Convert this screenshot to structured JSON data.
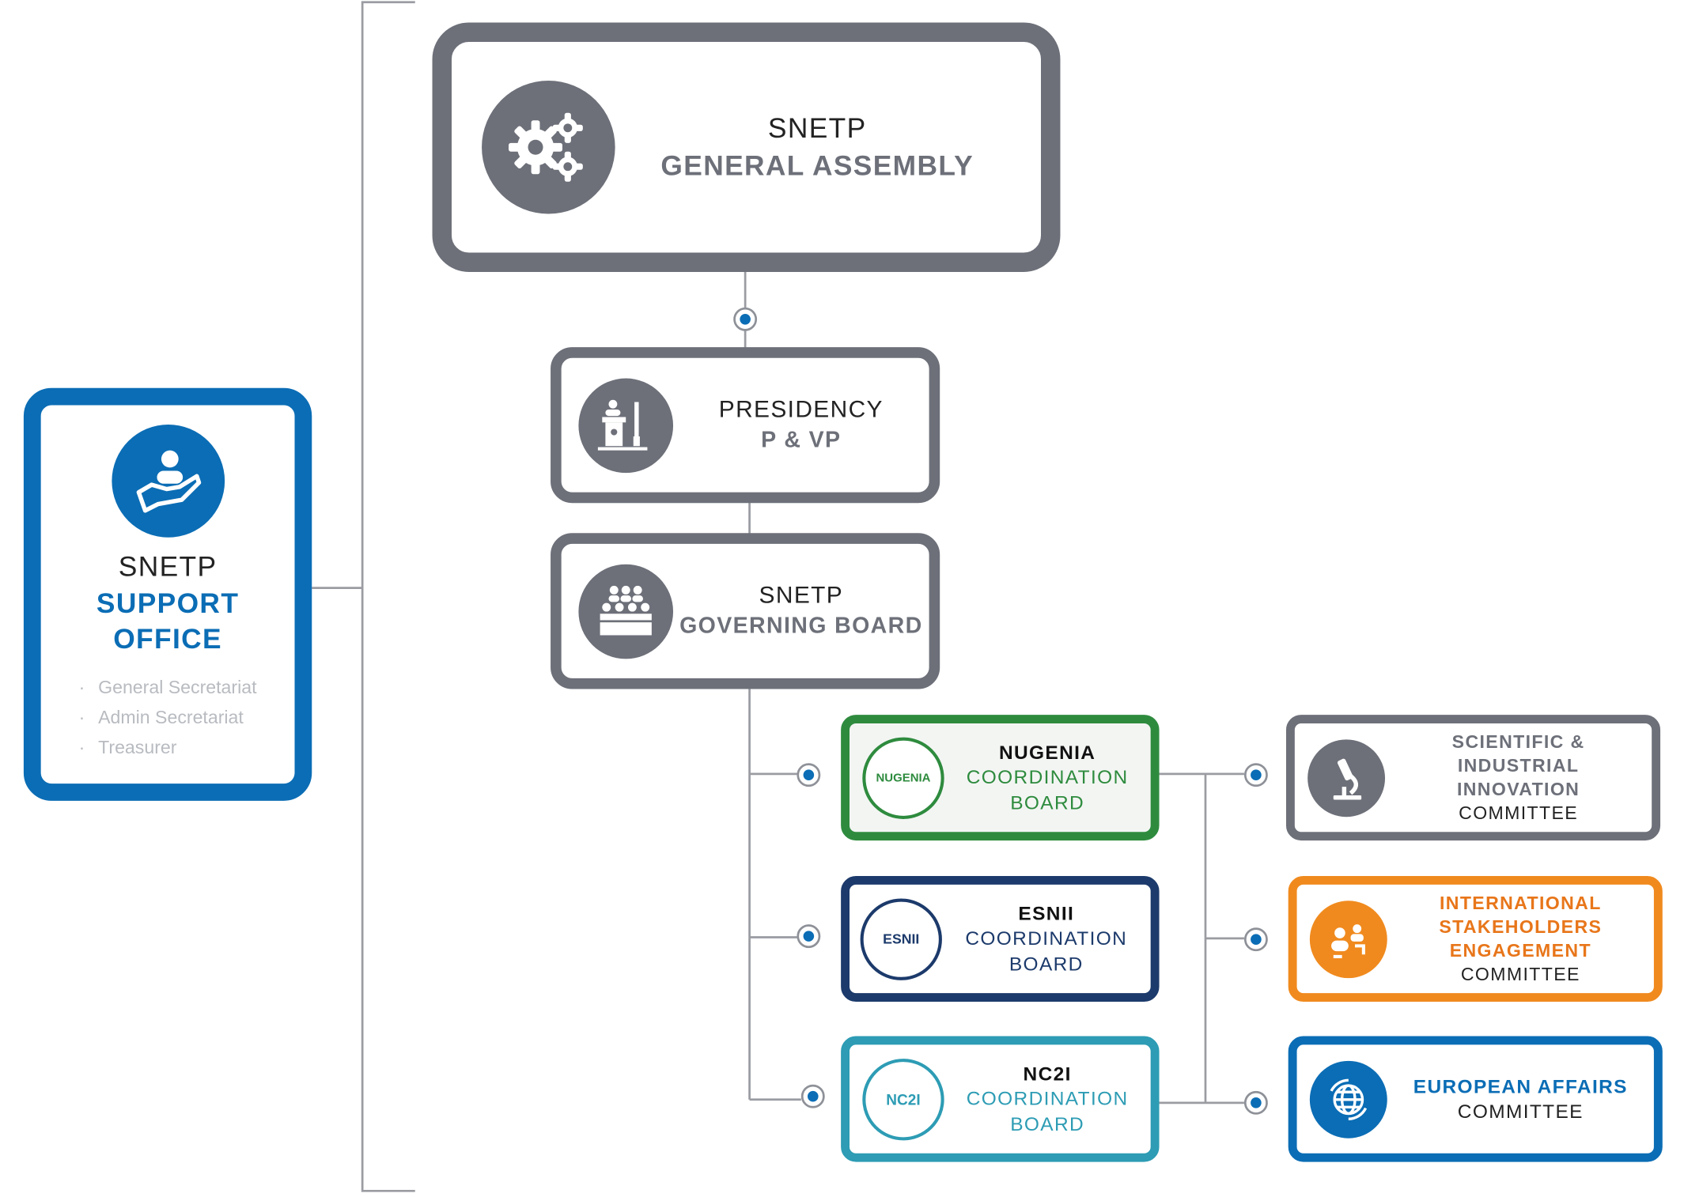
{
  "colors": {
    "grey": "#6d7079",
    "blue": "#0b6db5",
    "green": "#2e8b3e",
    "navy": "#1c3a6b",
    "teal": "#2d9cb4",
    "orange": "#f08a1e"
  },
  "support_office": {
    "icon": "hand-person-icon",
    "title_light": "SNETP",
    "title_bold_1": "SUPPORT",
    "title_bold_2": "OFFICE",
    "items": [
      "General Secretariat",
      "Admin Secretariat",
      "Treasurer"
    ]
  },
  "general_assembly": {
    "icon": "gears-icon",
    "light": "SNETP",
    "bold": "GENERAL ASSEMBLY"
  },
  "presidency": {
    "icon": "podium-icon",
    "light": "PRESIDENCY",
    "bold": "P & VP"
  },
  "governing_board": {
    "icon": "audience-icon",
    "light": "SNETP",
    "bold": "GOVERNING BOARD"
  },
  "nugenia": {
    "logo": "NUGENIA",
    "bold": "NUGENIA",
    "light_1": "COORDINATION",
    "light_2": "BOARD"
  },
  "esnii": {
    "logo": "ESNII",
    "bold": "ESNII",
    "light_1": "COORDINATION",
    "light_2": "BOARD"
  },
  "nc2i": {
    "logo": "NC2I",
    "bold": "NC2I",
    "light_1": "COORDINATION",
    "light_2": "BOARD"
  },
  "scientific": {
    "icon": "microscope-icon",
    "bold_1": "SCIENTIFIC &",
    "bold_2": "INDUSTRIAL",
    "bold_3": "INNOVATION",
    "light": "COMMITTEE"
  },
  "international": {
    "icon": "stakeholders-icon",
    "bold_1": "INTERNATIONAL",
    "bold_2": "STAKEHOLDERS",
    "bold_3": "ENGAGEMENT",
    "light": "COMMITTEE"
  },
  "european": {
    "icon": "globe-icon",
    "bold": "EUROPEAN AFFAIRS",
    "light": "COMMITTEE"
  }
}
